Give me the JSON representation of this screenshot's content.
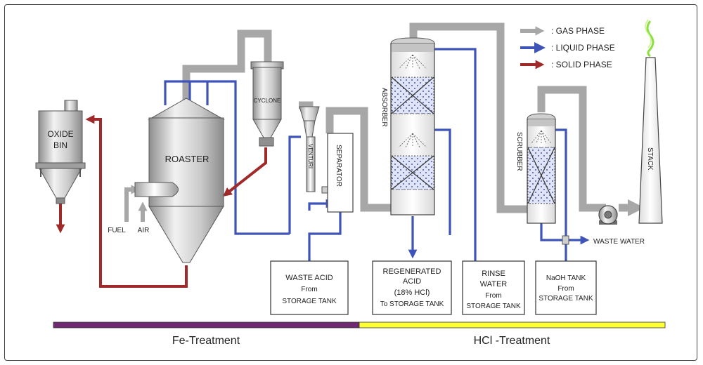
{
  "legend": {
    "gas": {
      "label": ": GAS PHASE",
      "color": "#a7a7a7"
    },
    "liquid": {
      "label": ": LIQUID PHASE",
      "color": "#3e54b8"
    },
    "solid": {
      "label": ": SOLID PHASE",
      "color": "#a02a2a"
    }
  },
  "units": {
    "oxide_bin": [
      "OXIDE",
      "BIN"
    ],
    "roaster": "ROASTER",
    "cyclone": "CYCLONE",
    "venturi": "VENTURI",
    "separator": "SEPARATOR",
    "absorber": "ABSORBER",
    "scrubber": "SCRUBBER",
    "stack": "STACK"
  },
  "inputs": {
    "fuel": "FUEL",
    "air": "AIR"
  },
  "outputs": {
    "waste_water": "WASTE WATER"
  },
  "tanks": {
    "waste_acid": [
      "WASTE ACID",
      "From",
      "STORAGE TANK"
    ],
    "regenerated_acid": [
      "REGENERATED",
      "ACID",
      "(18% HCl)",
      "To STORAGE TANK"
    ],
    "rinse_water": [
      "RINSE",
      "WATER",
      "From",
      "STORAGE TANK"
    ],
    "naoh_tank": [
      "NaOH TANK",
      "From",
      "STORAGE TANK"
    ]
  },
  "sections": {
    "fe": {
      "label": "Fe-Treatment",
      "color": "#6f2a73"
    },
    "hcl": {
      "label": "HCl -Treatment",
      "color": "#ffff33"
    }
  }
}
